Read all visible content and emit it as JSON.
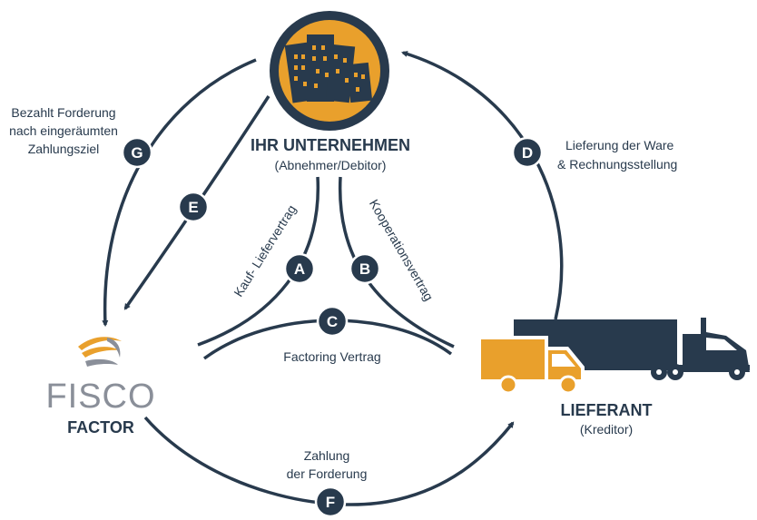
{
  "colors": {
    "navy": "#283a4d",
    "orange": "#e9a02c",
    "logo_gray": "#8a8f99",
    "white": "#ffffff"
  },
  "company": {
    "title": "IHR UNTERNEHMEN",
    "subtitle": "(Abnehmer/Debitor)",
    "icon": "buildings-icon"
  },
  "supplier": {
    "title": "LIEFERANT",
    "subtitle": "(Kreditor)",
    "icon": "trucks-icon"
  },
  "factor": {
    "logo_text": "FISCO",
    "label": "FACTOR",
    "icon": "fisco-logo-icon"
  },
  "contracts": {
    "a_label": "Kauf- Liefervertrag",
    "b_label": "Kooperationsvertrag",
    "c_label": "Factoring Vertrag"
  },
  "flows": {
    "d_line1": "Lieferung der Ware",
    "d_line2": "& Rechnungsstellung",
    "f_line1": "Zahlung",
    "f_line2": "der Forderung",
    "g_line1": "Bezahlt Forderung",
    "g_line2": "nach eingeräumten",
    "g_line3": "Zahlungsziel"
  },
  "badges": {
    "a": "A",
    "b": "B",
    "c": "C",
    "d": "D",
    "e": "E",
    "f": "F",
    "g": "G"
  }
}
